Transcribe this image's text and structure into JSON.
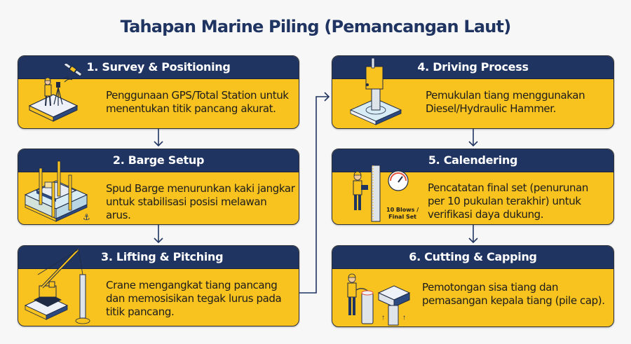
{
  "title": "Tahapan Marine Piling (Pemancangan Laut)",
  "colors": {
    "header": "#1f3461",
    "body": "#f8c21f",
    "border": "#2b303b",
    "connector": "#1f3461"
  },
  "steps": [
    {
      "title": "1. Survey & Positioning",
      "desc_lines": [
        "Penggunaan GPS/Total Station untuk",
        "menentukan titik pancang akurat."
      ],
      "icon": "surveyor-satellite-icon"
    },
    {
      "title": "2. Barge Setup",
      "desc_lines": [
        "Spud Barge menurunkan kaki jangkar",
        "untuk stabilisasi posisi melawan",
        "arus."
      ],
      "icon": "spud-barge-icon"
    },
    {
      "title": "3. Lifting & Pitching",
      "desc_lines": [
        "Crane mengangkat tiang pancang",
        "dan memosisikan tegak lurus pada",
        "titik pancang."
      ],
      "icon": "crane-icon"
    },
    {
      "title": "4. Driving Process",
      "desc_lines": [
        "Pemukulan tiang menggunakan",
        "Diesel/Hydraulic Hammer."
      ],
      "icon": "pile-hammer-icon"
    },
    {
      "title": "5. Calendering",
      "desc_lines": [
        "Pencatatan final set (penurunan",
        "per 10 pukulan terakhir) untuk",
        "verifikasi daya dukung."
      ],
      "icon": "gauge-worker-icon",
      "gauge_label_lines": [
        "10 Blows /",
        "Final Set"
      ]
    },
    {
      "title": "6. Cutting & Capping",
      "desc_lines": [
        "Pemotongan sisa tiang dan",
        "pemasangan kepala tiang (pile cap)."
      ],
      "icon": "pile-cap-icon"
    }
  ]
}
